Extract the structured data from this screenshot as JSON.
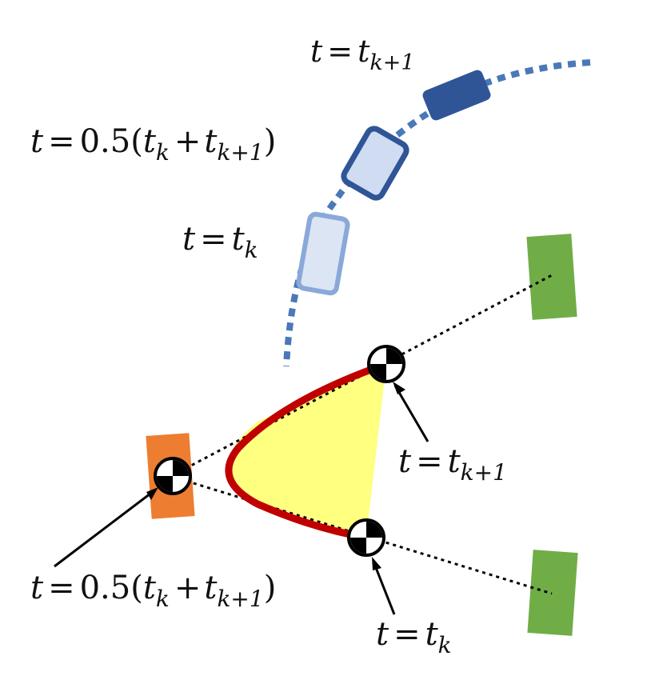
{
  "colors": {
    "trajectory": "#4a78b8",
    "vehicle_end": "#2f5597",
    "vehicle_mid_fill": "#cfdcf2",
    "vehicle_mid_stroke": "#2f5597",
    "vehicle_start_fill": "#dbe5f4",
    "vehicle_start_stroke": "#8aa8d8",
    "sensor": "#ed7d31",
    "target": "#70ad47",
    "region_fill": "#ffff80",
    "region_stroke": "#c00000",
    "line": "#000000"
  },
  "labels": {
    "top_end": {
      "lhs": "t",
      "eq": "=",
      "var": "t",
      "sub": "k+1"
    },
    "top_mid": {
      "lhs": "t",
      "eq": "=",
      "coef": "0.5(",
      "var1": "t",
      "sub1": "k",
      "plus": "+",
      "var2": "t",
      "sub2": "k+1",
      "close": ")"
    },
    "top_start": {
      "lhs": "t",
      "eq": "=",
      "var": "t",
      "sub": "k"
    },
    "bottom_end": {
      "lhs": "t",
      "eq": "=",
      "var": "t",
      "sub": "k+1"
    },
    "bottom_mid": {
      "lhs": "t",
      "eq": "=",
      "coef": "0.5(",
      "var1": "t",
      "sub1": "k",
      "plus": "+",
      "var2": "t",
      "sub2": "k+1",
      "close": ")"
    },
    "bottom_start": {
      "lhs": "t",
      "eq": "=",
      "var": "t",
      "sub": "k"
    }
  }
}
